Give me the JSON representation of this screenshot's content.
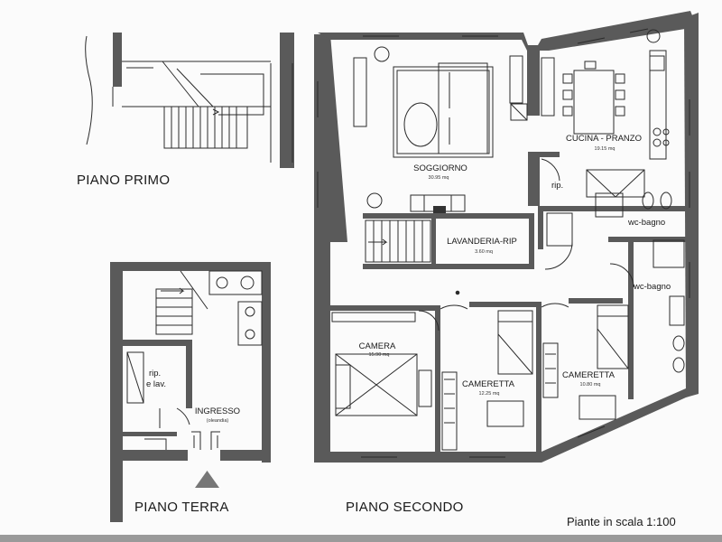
{
  "floor_titles": {
    "first": "PIANO PRIMO",
    "ground": "PIANO TERRA",
    "second": "PIANO SECONDO"
  },
  "scale_note": "Piante in scala 1:100",
  "rooms": {
    "soggiorno": {
      "name": "SOGGIORNO",
      "area": "30.95 mq"
    },
    "cucina": {
      "name": "CUCINA - PRANZO",
      "area": "19.15 mq"
    },
    "rip_second": {
      "name": "rip."
    },
    "wc1": {
      "name": "wc-bagno"
    },
    "lavanderia": {
      "name": "LAVANDERIA-RIP",
      "area": "3.60 mq"
    },
    "wc2": {
      "name": "wc-bagno"
    },
    "camera": {
      "name": "CAMERA",
      "area": "15.90 mq"
    },
    "cameretta1": {
      "name": "CAMERETTA",
      "area": "12.25 mq"
    },
    "cameretta2": {
      "name": "CAMERETTA",
      "area": "10.80 mq"
    },
    "rip_ground": {
      "name": "rip.",
      "name2": "e lav."
    },
    "ingresso": {
      "name": "INGRESSO",
      "note": "(oleandia)"
    }
  },
  "colors": {
    "wall": "#5a5a5a",
    "line": "#2b2b2b",
    "bar": "#9a9a9a"
  }
}
